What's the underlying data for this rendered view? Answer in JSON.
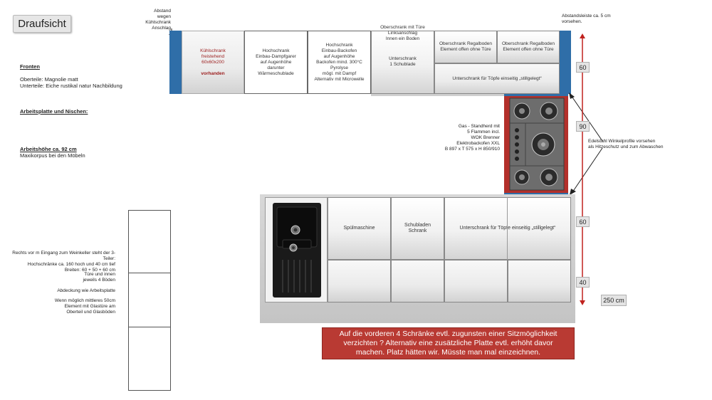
{
  "title": "Draufsicht",
  "notes": {
    "fronten_heading": "Fronten",
    "fronten_text": "Oberteile: Magnolie matt\nUnterteile: Eiche rustikal natur Nachbildung",
    "arbeitsplatte_heading": "Arbeitsplatte und Nischen:",
    "arbeitshoehe_heading": "Arbeitshöhe  ca. 92 cm",
    "arbeitshoehe_text": "Maxikorpus bei den Möbeln"
  },
  "abstand_note": "Abstand\nwegen\nKühlschrank\nAnschlag",
  "abstandsleiste_note": "Abstandsleiste ca. 5 cm\nvorsehen.",
  "top_row": {
    "kuehlschrank": "Kühlschrank\nfreistehend\n60x60x200",
    "kuehlschrank_status": "vorhanden",
    "dampfgarer": "Hochschrank\nEinbau-Dampfgarer\nauf Augenhöhe\ndarunter\nWärmeschublade",
    "backofen": "Hochschrank\nEinbau-Backofen\nauf Augenhöhe\nBackofen mind. 300°C\nPyrolyse\nmögl. mit Dampf\nAlternativ mit Microwelle",
    "oberschrank_tuere": "Oberschrank mit Türe\nLinksanschlag\nInnen ein Boden",
    "unterschrank_schublade": "Unterschrank\n1 Schublade",
    "oberschrank_regal_1": "Oberschrank Regalboden\nElement offen ohne Türe",
    "oberschrank_regal_2": "Oberschrank Regalboden\nElement offen ohne Türe",
    "unterschrank_toepfe": "Unterschrank für Töpfe einseitig „stillgelegt“"
  },
  "stove_note": "Gas - Standherd mit\n5 Flammen incl.\nWOK Brenner\nElektrobackofen XXL\nB 897 x T 575 x H 850/910",
  "edelstahl_note": "Edelstahl Winkelprofile vorsehen\nals Hitzeschutz und zum Abwaschen",
  "dimensions": {
    "d1": "60",
    "d2": "90",
    "d3": "60",
    "d4": "40",
    "total": "250 cm"
  },
  "bottom_row": {
    "spuelmaschine": "Spülmaschine",
    "schubladen": "Schubladen\nSchrank",
    "unterschrank_toepfe": "Unterschrank für Töpfe einseitig „stillgelegt“"
  },
  "left_notes": {
    "n1": "Rechts vor m Eingang zum Weinkeller steht der 3-Teiler:\nHochschränke ca. 160 hoch und 40 cm tief\nBreiten:  60 + 50 + 60 cm",
    "n2": "Türe und innen\njeweils 4 Böden",
    "n3": "Abdeckung wie Arbeitsplatte",
    "n4": "Wenn möglich mittleres 50cm\nElement mit Glastüre am\nOberteil und Glasböden"
  },
  "callout": "Auf die vorderen 4 Schränke evtl. zugunsten einer Sitzmöglichkeit verzichten ?  Alternativ eine zusätzliche Platte evtl. erhöht davor machen. Platz hätten wir.  Müsste man mal einzeichnen.",
  "colors": {
    "blue": "#2f6ea8",
    "red": "#b3302b",
    "callout_bg": "#b93a33",
    "dimension_red": "#c0221e",
    "kuehlschrank_text": "#9b1c1c"
  }
}
